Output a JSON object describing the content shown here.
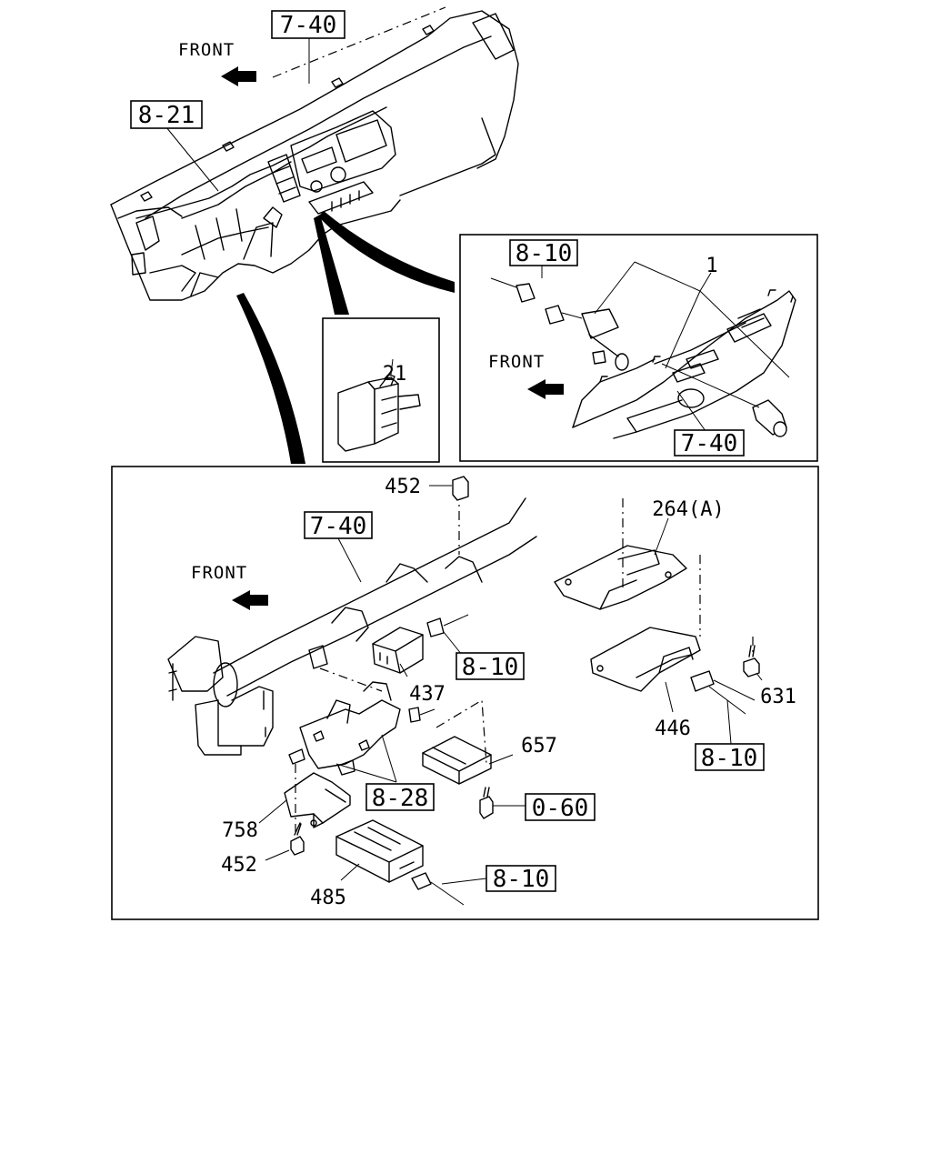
{
  "diagram": {
    "overview": {
      "front_label": "FRONT",
      "refs": [
        "7-40",
        "8-21"
      ]
    },
    "inset_switch": {
      "parts": [
        "21"
      ]
    },
    "inset_lighter": {
      "front_label": "FRONT",
      "refs": [
        "8-10",
        "7-40"
      ],
      "parts": [
        "1"
      ]
    },
    "main": {
      "front_label": "FRONT",
      "refs": [
        "7-40",
        "8-10",
        "8-10",
        "8-28",
        "0-60",
        "8-10"
      ],
      "parts": [
        "452",
        "264(A)",
        "437",
        "657",
        "631",
        "446",
        "758",
        "452",
        "485"
      ]
    }
  }
}
